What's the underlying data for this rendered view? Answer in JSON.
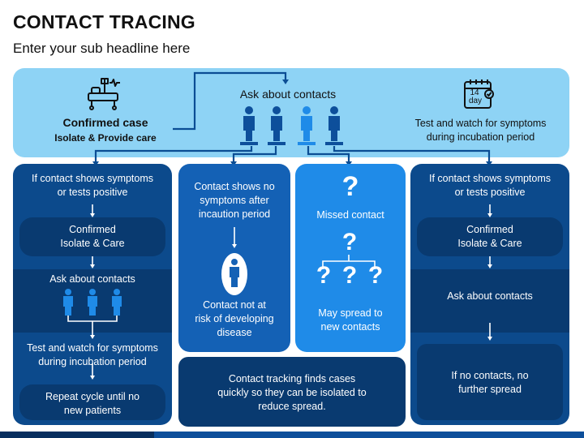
{
  "title": "CONTACT TRACING",
  "subtitle": "Enter your sub headline here",
  "top": {
    "confirmed_title": "Confirmed case",
    "confirmed_sub": "Isolate & Provide care",
    "ask_contacts": "Ask about contacts",
    "calendar_day": "14",
    "calendar_unit": "day",
    "test_watch_line1": "Test and watch for symptoms",
    "test_watch_line2": "during incubation period"
  },
  "col1": {
    "symptoms_line1": "If contact shows symptoms",
    "symptoms_line2": "or tests positive",
    "confirmed_line1": "Confirmed",
    "confirmed_line2": "Isolate & Care",
    "ask": "Ask about contacts",
    "test_line1": "Test and watch for symptoms",
    "test_line2": "during incubation period",
    "repeat_line1": "Repeat cycle until no",
    "repeat_line2": "new patients"
  },
  "col2": {
    "no_symptoms_line1": "Contact shows no",
    "no_symptoms_line2": "symptoms after",
    "no_symptoms_line3": "incaution period",
    "not_at_risk_line1": "Contact not at",
    "not_at_risk_line2": "risk of developing",
    "not_at_risk_line3": "disease"
  },
  "col3": {
    "missed": "Missed contact",
    "spread_line1": "May spread to",
    "spread_line2": "new contacts"
  },
  "col4": {
    "symptoms_line1": "If contact shows symptoms",
    "symptoms_line2": "or tests positive",
    "confirmed_line1": "Confirmed",
    "confirmed_line2": "Isolate & Care",
    "ask": "Ask about contacts",
    "no_contacts_line1": "If no contacts, no",
    "no_contacts_line2": "further spread"
  },
  "summary": {
    "line1": "Contact tracking finds cases",
    "line2": "quickly so they can be isolated to",
    "line3": "reduce spread."
  },
  "colors": {
    "light_band": "#8ed3f5",
    "dark_blue": "#0c4a8c",
    "navy": "#093a70",
    "bright_blue": "#1f8be8",
    "medium_blue": "#1461b5"
  }
}
